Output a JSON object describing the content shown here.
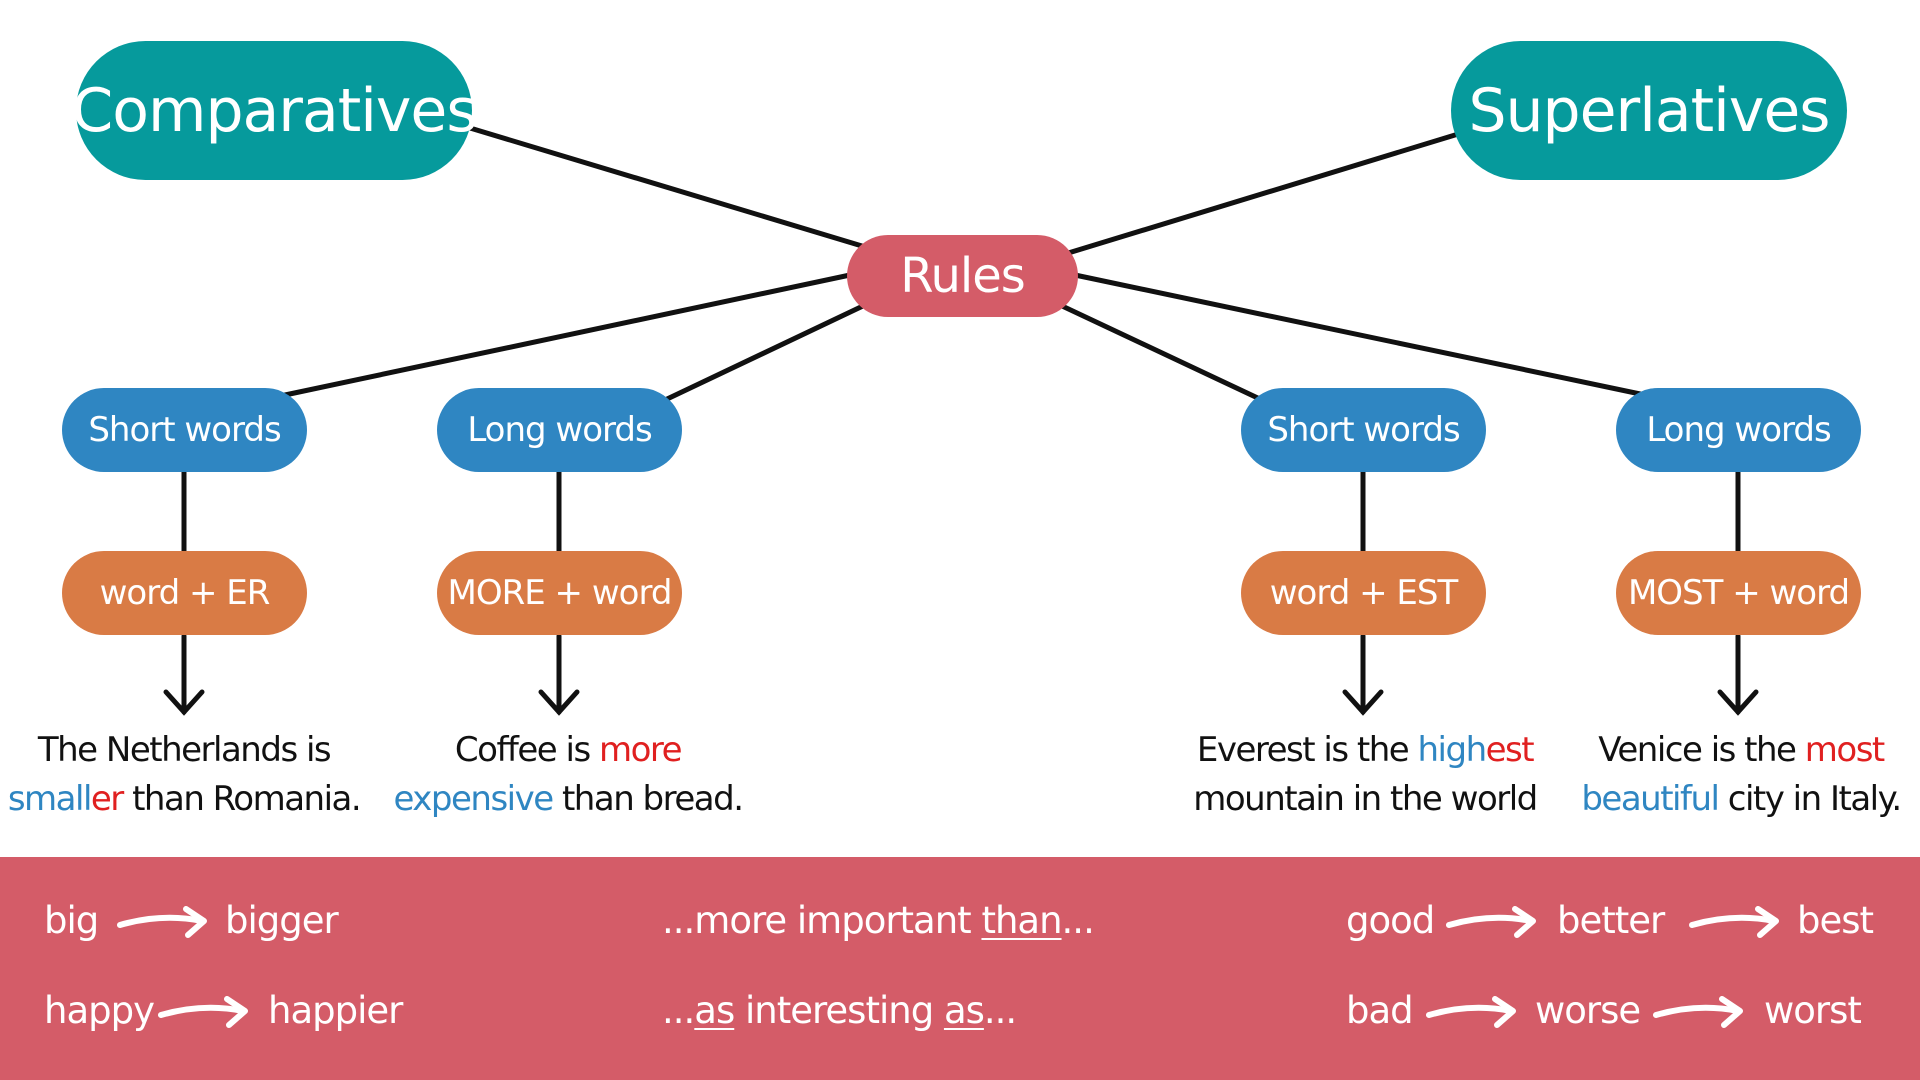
{
  "nodes": {
    "comparatives": "Comparatives",
    "superlatives": "Superlatives",
    "rules": "Rules",
    "comp_short": "Short words",
    "comp_long": "Long words",
    "sup_short": "Short words",
    "sup_long": "Long words",
    "comp_short_rule": "word + ER",
    "comp_long_rule": "MORE + word",
    "sup_short_rule": "word + EST",
    "sup_long_rule": "MOST + word"
  },
  "examples": {
    "comp_short": {
      "p1": "The Netherlands is",
      "blue": "small",
      "red": "er",
      "p2": " than Romania."
    },
    "comp_long": {
      "p1": "Coffee is ",
      "red": "more",
      "blue": "expensive",
      "p2": " than bread."
    },
    "sup_short": {
      "p1": "Everest is the ",
      "blue": "high",
      "red": "est",
      "p2": "mountain in the world"
    },
    "sup_long": {
      "p1": "Venice is the ",
      "red": "most",
      "blue": "beautiful",
      "p2": " city in Italy."
    }
  },
  "bottom": {
    "row1_left": [
      "big",
      "bigger"
    ],
    "row2_left": [
      "happy",
      "happier"
    ],
    "middle1": {
      "pre": "...more important ",
      "u": "than",
      "post": "..."
    },
    "middle2": {
      "pre": "...",
      "u1": "as",
      "mid": " interesting ",
      "u2": "as",
      "post": "..."
    },
    "row1_right": [
      "good",
      "better",
      "best"
    ],
    "row2_right": [
      "bad",
      "worse",
      "worst"
    ]
  },
  "colors": {
    "teal": "#069a9c",
    "rose": "#d45c68",
    "blue": "#2f86c2",
    "orange": "#d97b45",
    "highlight_red": "#e02020",
    "text": "#111111"
  }
}
